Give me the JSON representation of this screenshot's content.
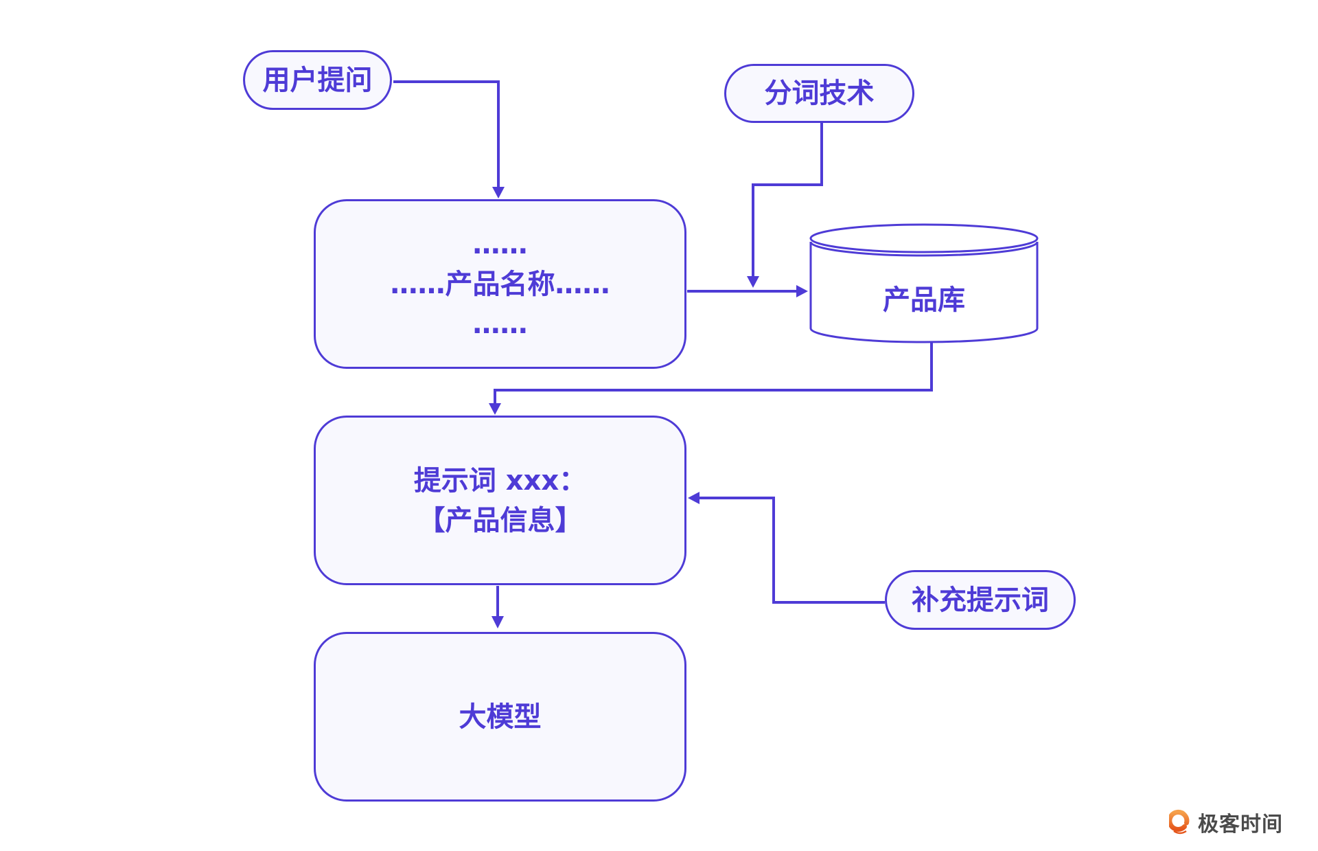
{
  "diagram": {
    "nodes": {
      "user_question": {
        "label": "用户提问",
        "shape": "pill"
      },
      "tokenization": {
        "label": "分词技术",
        "shape": "pill"
      },
      "user_input_box": {
        "lines": [
          "……",
          "……产品名称……",
          "……"
        ],
        "shape": "rounded-box"
      },
      "product_db": {
        "label": "产品库",
        "shape": "cylinder"
      },
      "prompt_box": {
        "lines": [
          "提示词 xxx：",
          "【产品信息】"
        ],
        "shape": "rounded-box"
      },
      "llm": {
        "label": "大模型",
        "shape": "rounded-box"
      },
      "supplementary_prompt": {
        "label": "补充提示词",
        "shape": "pill"
      }
    },
    "edges": [
      {
        "from": "user_question",
        "to": "user_input_box"
      },
      {
        "from": "tokenization",
        "to": "user_input_box->product_db"
      },
      {
        "from": "user_input_box",
        "to": "product_db"
      },
      {
        "from": "product_db",
        "to": "prompt_box"
      },
      {
        "from": "prompt_box",
        "to": "llm"
      },
      {
        "from": "supplementary_prompt",
        "to": "prompt_box"
      }
    ]
  },
  "watermark": {
    "text": "极客时间",
    "icon": "geektime-logo-icon"
  },
  "colors": {
    "accent": "#4e3bd6",
    "node_fill": "#f8f8fe",
    "db_fill": "#ffffff",
    "background": "#ffffff",
    "watermark_text": "#4a4a4a",
    "logo_orange": "#ec6e22"
  }
}
